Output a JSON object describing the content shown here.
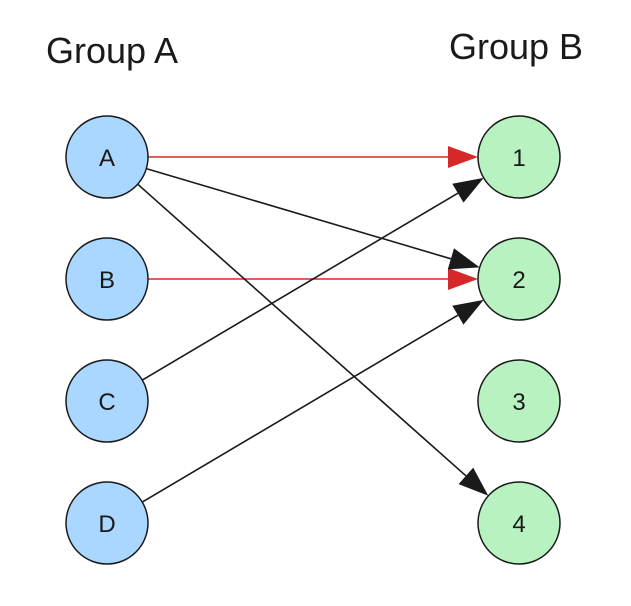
{
  "groups": [
    {
      "id": "A",
      "title": "Group A",
      "fill": "#aad7ff",
      "stroke": "#1a1a1a",
      "nodes": [
        {
          "id": "A",
          "label": "A"
        },
        {
          "id": "B",
          "label": "B"
        },
        {
          "id": "C",
          "label": "C"
        },
        {
          "id": "D",
          "label": "D"
        }
      ]
    },
    {
      "id": "B",
      "title": "Group B",
      "fill": "#b7f2c0",
      "stroke": "#1a1a1a",
      "nodes": [
        {
          "id": "1",
          "label": "1"
        },
        {
          "id": "2",
          "label": "2"
        },
        {
          "id": "3",
          "label": "3"
        },
        {
          "id": "4",
          "label": "4"
        }
      ]
    }
  ],
  "edges": [
    {
      "from": "A",
      "to": "1",
      "color": "#d62828"
    },
    {
      "from": "B",
      "to": "2",
      "color": "#d62828"
    },
    {
      "from": "A",
      "to": "2",
      "color": "#1a1a1a"
    },
    {
      "from": "A",
      "to": "4",
      "color": "#1a1a1a"
    },
    {
      "from": "C",
      "to": "1",
      "color": "#1a1a1a"
    },
    {
      "from": "D",
      "to": "2",
      "color": "#1a1a1a"
    }
  ]
}
